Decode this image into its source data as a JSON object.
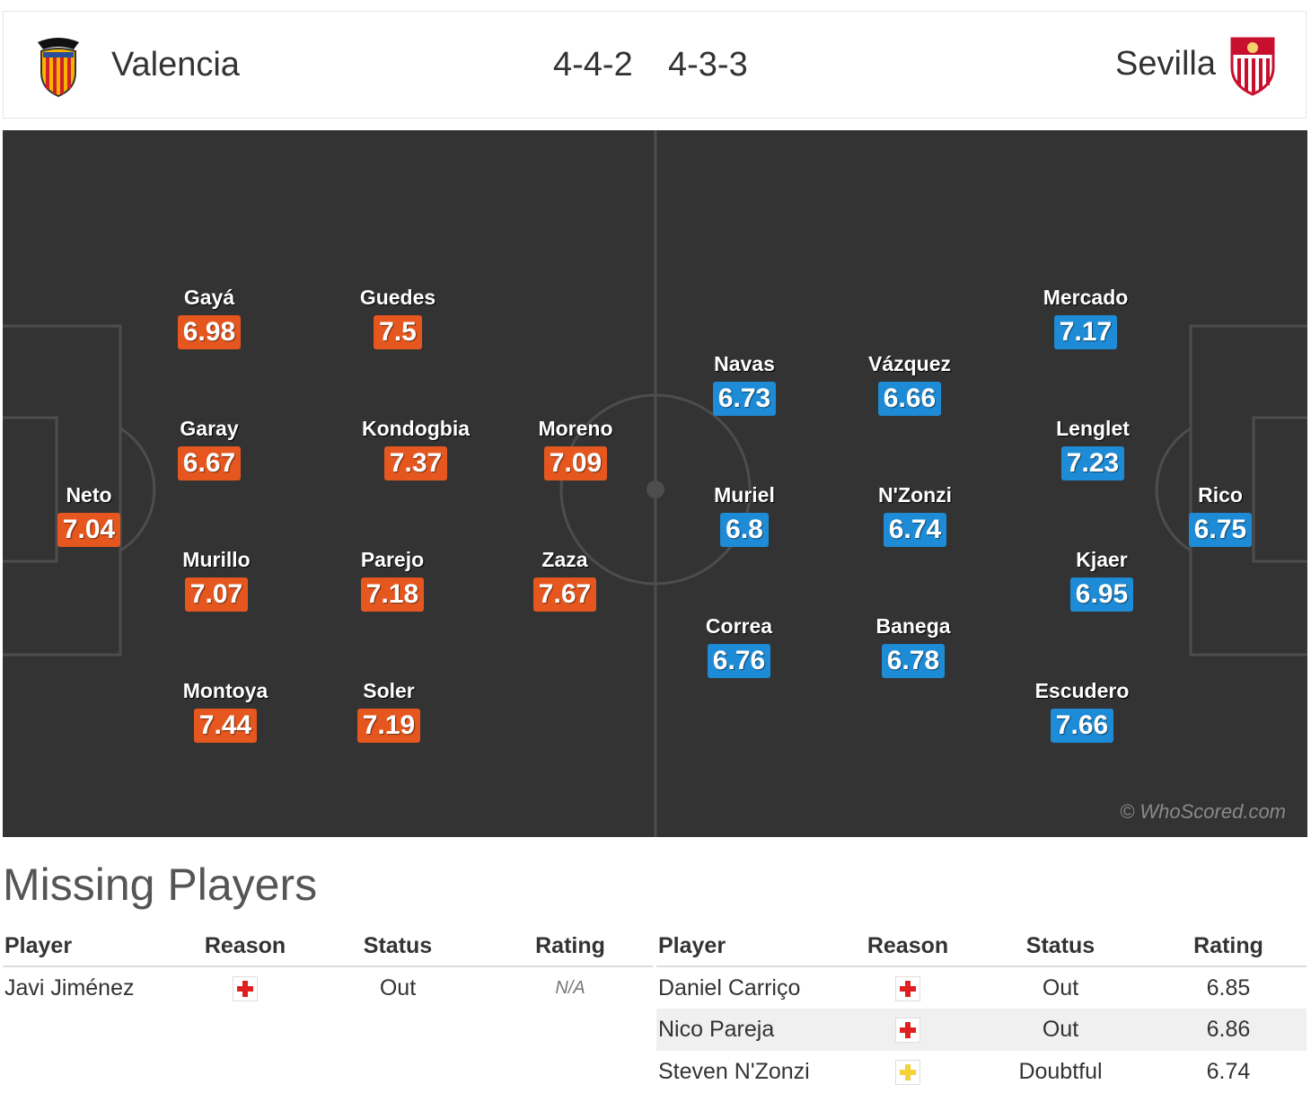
{
  "header": {
    "home_team": "Valencia",
    "away_team": "Sevilla",
    "home_formation": "4-4-2",
    "away_formation": "4-3-3",
    "home_crest_icon": "valencia-crest-icon",
    "away_crest_icon": "sevilla-crest-icon"
  },
  "pitch": {
    "watermark": "© WhoScored.com",
    "home_color": "#e5571e",
    "away_color": "#1e8bd6",
    "home_players": [
      {
        "name": "Neto",
        "rating": "7.04"
      },
      {
        "name": "Gayá",
        "rating": "6.98"
      },
      {
        "name": "Garay",
        "rating": "6.67"
      },
      {
        "name": "Murillo",
        "rating": "7.07"
      },
      {
        "name": "Montoya",
        "rating": "7.44"
      },
      {
        "name": "Guedes",
        "rating": "7.5"
      },
      {
        "name": "Kondogbia",
        "rating": "7.37"
      },
      {
        "name": "Parejo",
        "rating": "7.18"
      },
      {
        "name": "Soler",
        "rating": "7.19"
      },
      {
        "name": "Moreno",
        "rating": "7.09"
      },
      {
        "name": "Zaza",
        "rating": "7.67"
      }
    ],
    "away_players": [
      {
        "name": "Navas",
        "rating": "6.73"
      },
      {
        "name": "Muriel",
        "rating": "6.8"
      },
      {
        "name": "Correa",
        "rating": "6.76"
      },
      {
        "name": "Vázquez",
        "rating": "6.66"
      },
      {
        "name": "N'Zonzi",
        "rating": "6.74"
      },
      {
        "name": "Banega",
        "rating": "6.78"
      },
      {
        "name": "Mercado",
        "rating": "7.17"
      },
      {
        "name": "Lenglet",
        "rating": "7.23"
      },
      {
        "name": "Kjaer",
        "rating": "6.95"
      },
      {
        "name": "Escudero",
        "rating": "7.66"
      },
      {
        "name": "Rico",
        "rating": "6.75"
      }
    ]
  },
  "missing": {
    "title": "Missing Players",
    "columns": [
      "Player",
      "Reason",
      "Status",
      "Rating"
    ],
    "home": [
      {
        "player": "Javi Jiménez",
        "reason": "injury-icon",
        "status": "Out",
        "rating": "N/A"
      }
    ],
    "away": [
      {
        "player": "Daniel Carriço",
        "reason": "injury-icon",
        "status": "Out",
        "rating": "6.85"
      },
      {
        "player": "Nico Pareja",
        "reason": "injury-icon",
        "status": "Out",
        "rating": "6.86"
      },
      {
        "player": "Steven N'Zonzi",
        "reason": "doubtful-icon",
        "status": "Doubtful",
        "rating": "6.74"
      }
    ]
  }
}
